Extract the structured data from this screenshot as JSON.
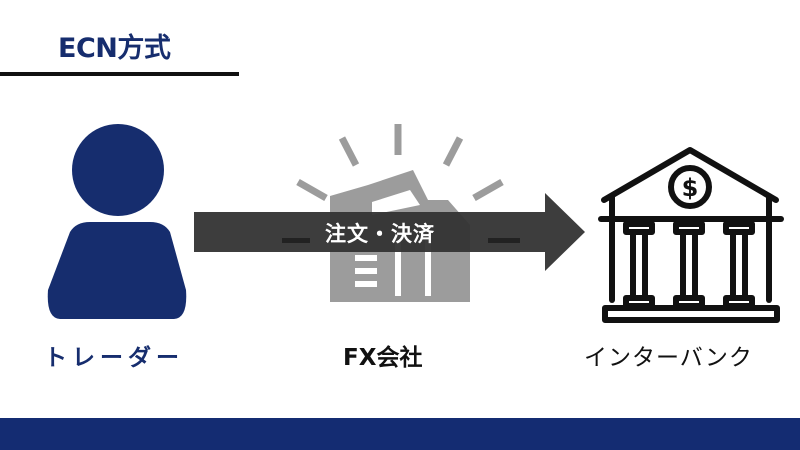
{
  "title": "ECN方式",
  "nodes": {
    "trader": {
      "label": "トレーダー",
      "icon": "person-icon",
      "color": "#162d6e"
    },
    "fx": {
      "label": "FX会社",
      "icon": "building-icon",
      "color": "#9a9a9a"
    },
    "bank": {
      "label": "インターバンク",
      "icon": "bank-icon",
      "color": "#111111"
    }
  },
  "arrow": {
    "label": "注文・決済",
    "color": "#333333"
  },
  "colors": {
    "accent": "#162d6e",
    "footer": "#142c72"
  }
}
